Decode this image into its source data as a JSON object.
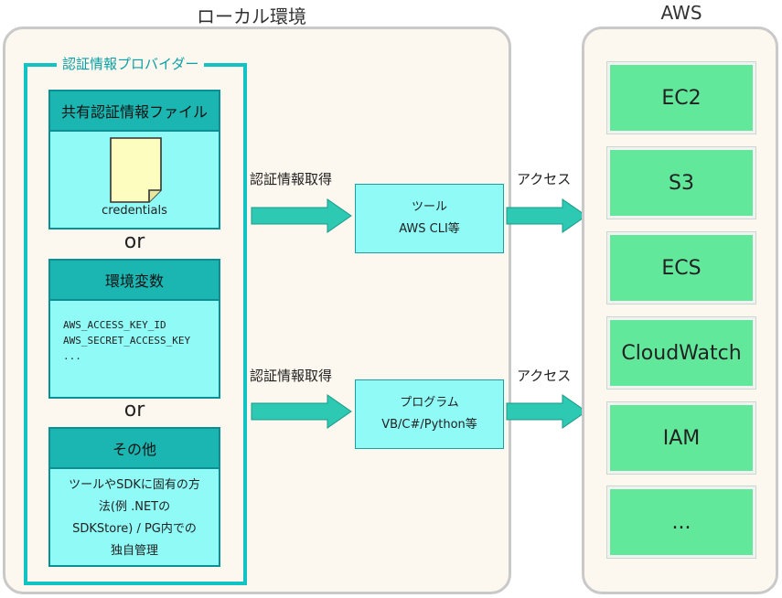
{
  "local": {
    "title": "ローカル環境",
    "provider_label": "認証情報プロバイダー",
    "shared_file": {
      "title": "共有認証情報ファイル",
      "file_name": "credentials"
    },
    "or_1": "or",
    "env": {
      "title": "環境変数",
      "lines": [
        "AWS_ACCESS_KEY_ID",
        "AWS_SECRET_ACCESS_KEY",
        "..."
      ]
    },
    "or_2": "or",
    "other": {
      "title": "その他",
      "lines": [
        "ツールやSDKに固有の方",
        "法(例 .NETの",
        "SDKStore) / PG内での",
        "独自管理"
      ]
    }
  },
  "flows": [
    {
      "get_label": "認証情報取得",
      "box_lines": [
        "ツール",
        "AWS CLI等"
      ],
      "access_label": "アクセス"
    },
    {
      "get_label": "認証情報取得",
      "box_lines": [
        "プログラム",
        "VB/C#/Python等"
      ],
      "access_label": "アクセス"
    }
  ],
  "aws": {
    "title": "AWS",
    "services": [
      "EC2",
      "S3",
      "ECS",
      "CloudWatch",
      "IAM",
      "..."
    ]
  },
  "colors": {
    "teal_border": "#12c3c3",
    "card_fill": "#8ffaf6",
    "card_header": "#1bb6b2",
    "arrow": "#2ec9b3",
    "service_fill": "#62e89b",
    "panel_fill": "#fdf8ef"
  }
}
